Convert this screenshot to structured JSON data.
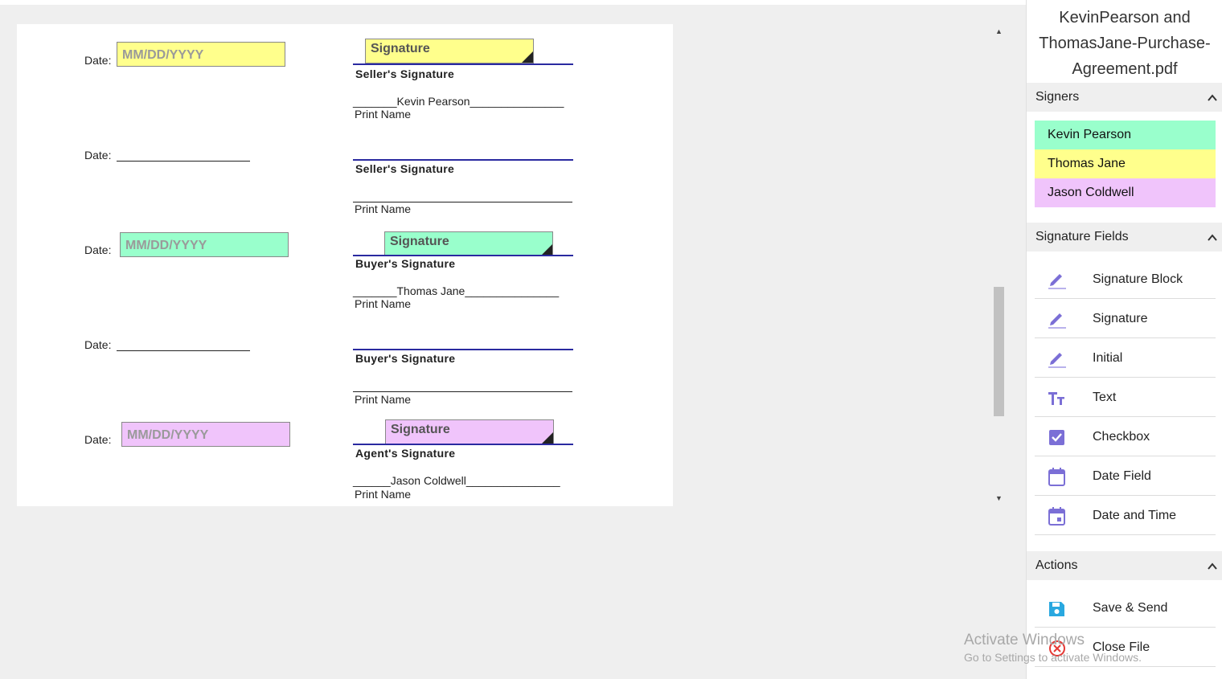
{
  "document": {
    "rows": [
      {
        "date_label": "Date:",
        "date_placeholder": "MM/DD/YYYY",
        "date_line": "",
        "sig_label": "Signature",
        "role": "Seller's Signature",
        "printed": "_______Kevin Pearson_______________",
        "print_label": "Print Name"
      },
      {
        "date_label": "Date:",
        "date_line": "____________________",
        "role": "Seller's Signature",
        "printed": "",
        "print_label": "Print Name"
      },
      {
        "date_label": "Date:",
        "date_placeholder": "MM/DD/YYYY",
        "sig_label": "Signature",
        "role": "Buyer's Signature",
        "printed": "_______Thomas Jane_______________",
        "print_label": "Print Name"
      },
      {
        "date_label": "Date:",
        "date_line": "____________________",
        "role": "Buyer's Signature",
        "printed": "",
        "print_label": "Print Name"
      },
      {
        "date_label": "Date:",
        "date_placeholder": "MM/DD/YYYY",
        "sig_label": "Signature",
        "role": "Agent's Signature",
        "printed": "______Jason Coldwell_______________",
        "print_label": "Print Name"
      }
    ]
  },
  "sidebar": {
    "title": "KevinPearson and ThomasJane-Purchase-Agreement.pdf",
    "signers_header": "Signers",
    "signers": [
      {
        "name": "Kevin Pearson",
        "color": "#99ffcc"
      },
      {
        "name": "Thomas Jane",
        "color": "#ffff8c"
      },
      {
        "name": "Jason Coldwell",
        "color": "#f0c4fb"
      }
    ],
    "fields_header": "Signature Fields",
    "fields": [
      {
        "label": "Signature Block",
        "icon": "pencil-icon"
      },
      {
        "label": "Signature",
        "icon": "pencil-icon"
      },
      {
        "label": "Initial",
        "icon": "pencil-icon"
      },
      {
        "label": "Text",
        "icon": "text-size-icon"
      },
      {
        "label": "Checkbox",
        "icon": "checkbox-icon"
      },
      {
        "label": "Date Field",
        "icon": "calendar-icon"
      },
      {
        "label": "Date and Time",
        "icon": "calendar-event-icon"
      }
    ],
    "actions_header": "Actions",
    "actions": [
      {
        "label": "Save & Send",
        "icon": "floppy-disk-icon"
      },
      {
        "label": "Close File",
        "icon": "close-circle-icon"
      }
    ]
  },
  "watermark": {
    "line1": "Activate Windows",
    "line2": "Go to Settings to activate Windows."
  },
  "colors": {
    "accent": "#7b6fd6",
    "save": "#29a8e0",
    "close": "#e53935",
    "sig_line": "#2a2aa0"
  }
}
